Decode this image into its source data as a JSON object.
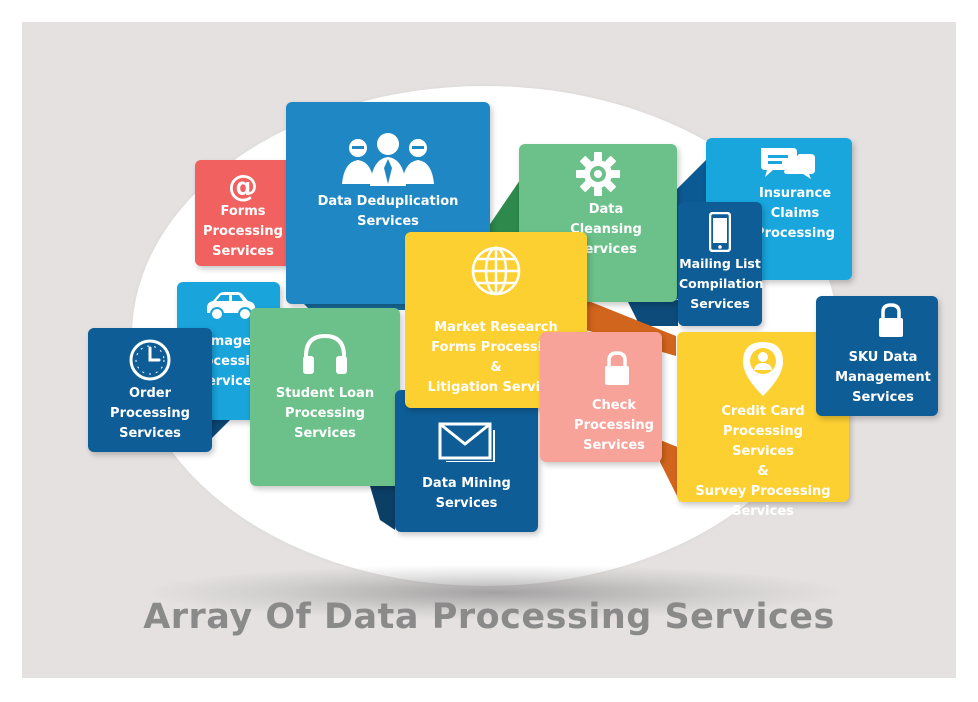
{
  "title": "Array Of Data Processing Services",
  "colors": {
    "background": "#e5e1e1",
    "red": "#f0615f",
    "blue": "#1f88c4",
    "light_blue": "#18a6dd",
    "dark_blue": "#0f5d96",
    "green": "#6cc08a",
    "yellow": "#fcd031",
    "pink": "#f8a39a",
    "orange": "#d2651d",
    "title": "#8a8a8a"
  },
  "tiles": {
    "forms": {
      "icon": "at-sign-icon",
      "lines": [
        "Forms",
        "Processing",
        "Services"
      ]
    },
    "dedup": {
      "icon": "people-group-icon",
      "lines": [
        "Data Deduplication",
        "Services"
      ]
    },
    "cleanse": {
      "icon": "gear-icon",
      "lines": [
        "Data",
        "Cleansing",
        "Services"
      ]
    },
    "insurance": {
      "icon": "chat-bubbles-icon",
      "lines": [
        "Insurance",
        "Claims",
        "Processing"
      ]
    },
    "mailing": {
      "icon": "smartphone-icon",
      "lines": [
        "Mailing List",
        "Compilation",
        "Services"
      ]
    },
    "image": {
      "icon": "car-icon",
      "lines": [
        "Image",
        "Processing",
        "Services"
      ]
    },
    "order": {
      "icon": "clock-icon",
      "lines": [
        "Order",
        "Processing",
        "Services"
      ]
    },
    "student": {
      "icon": "headphones-icon",
      "lines": [
        "Student Loan",
        "Processing Services"
      ]
    },
    "mining": {
      "icon": "envelope-icon",
      "lines": [
        "Data Mining",
        "Services"
      ]
    },
    "market": {
      "icon": "globe-icon",
      "lines": [
        "Market Research",
        "Forms Processing",
        "&",
        "Litigation Services"
      ]
    },
    "check": {
      "icon": "padlock-icon",
      "lines": [
        "Check",
        "Processing",
        "Services"
      ]
    },
    "credit": {
      "icon": "location-pin-person-icon",
      "lines": [
        "Credit Card Processing",
        "Services",
        "&",
        "Survey Processing",
        "Services"
      ]
    },
    "sku": {
      "icon": "padlock-icon",
      "lines": [
        "SKU Data",
        "Management",
        "Services"
      ]
    }
  }
}
